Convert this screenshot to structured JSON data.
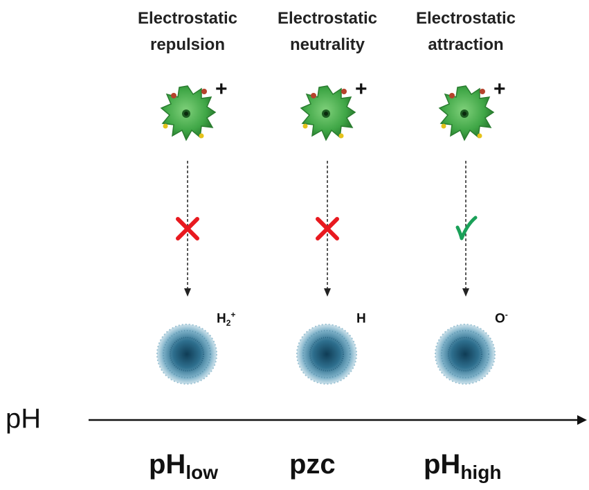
{
  "columns": [
    {
      "heading_line1": "Electrostatic",
      "heading_line2": "repulsion",
      "virus_charge": "+",
      "outcome": "cross",
      "surface_charge_main": "H",
      "surface_charge_sub": "2",
      "surface_charge_sup": "+",
      "axis_label_main": "pH",
      "axis_label_sub": "low"
    },
    {
      "heading_line1": "Electrostatic",
      "heading_line2": "neutrality",
      "virus_charge": "+",
      "outcome": "cross",
      "surface_charge_main": "H",
      "surface_charge_sub": "",
      "surface_charge_sup": "",
      "axis_label_main": "pzc",
      "axis_label_sub": ""
    },
    {
      "heading_line1": "Electrostatic",
      "heading_line2": "attraction",
      "virus_charge": "+",
      "outcome": "check",
      "surface_charge_main": "O",
      "surface_charge_sub": "",
      "surface_charge_sup": "-",
      "axis_label_main": "pH",
      "axis_label_sub": "high"
    }
  ],
  "axis": {
    "label": "pH"
  },
  "colors": {
    "cross": "#e8191f",
    "check": "#1aa058",
    "virus": "#3fa646",
    "particle": "#2e6f8e"
  },
  "icons": {
    "virus": "virus-icon",
    "particle": "adsorbent-particle-icon",
    "cross": "cross-icon",
    "check": "check-icon"
  }
}
